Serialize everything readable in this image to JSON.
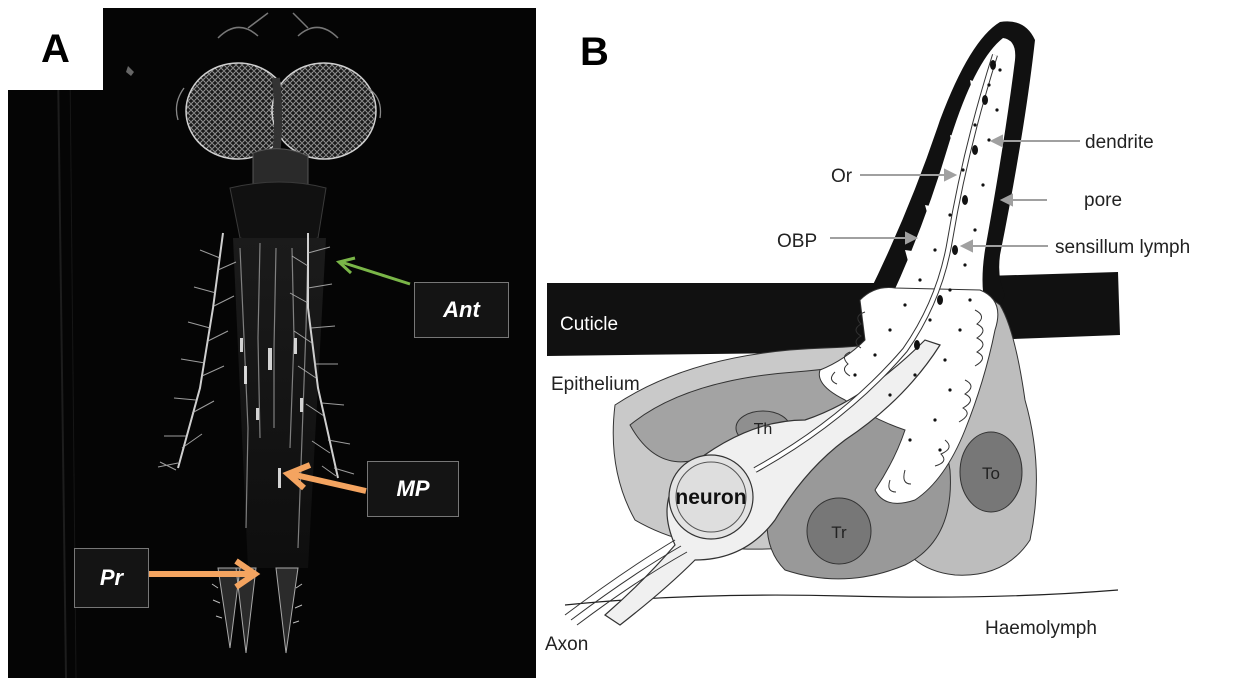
{
  "panel_a": {
    "letter": "A",
    "labels": {
      "ant": "Ant",
      "mp": "MP",
      "pr": "Pr"
    },
    "colors": {
      "ant_arrow": "#7ab648",
      "mp_arrow": "#f4a460",
      "pr_arrow": "#f4a460",
      "background": "#050505"
    }
  },
  "panel_b": {
    "letter": "B",
    "labels": {
      "dendrite": "dendrite",
      "or": "Or",
      "pore": "pore",
      "obp": "OBP",
      "lymph": "sensillum lymph",
      "cuticle": "Cuticle",
      "epithelium": "Epithelium",
      "th": "Th",
      "to": "To",
      "tr": "Tr",
      "neuron": "neuron",
      "axon": "Axon",
      "haemolymph": "Haemolymph"
    }
  }
}
